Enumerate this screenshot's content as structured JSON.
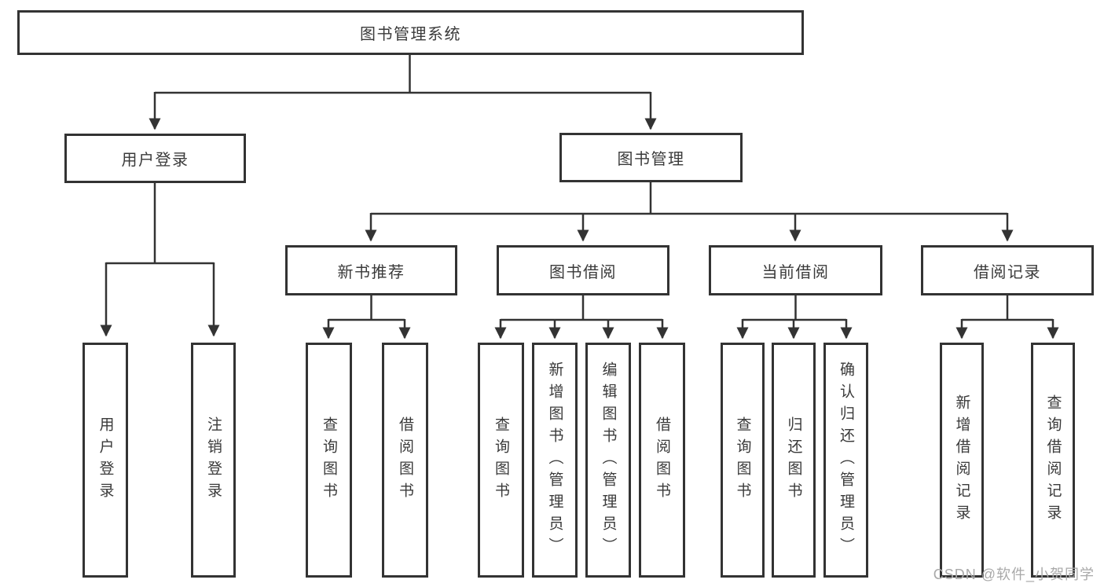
{
  "diagram": {
    "title": "图书管理系统",
    "level2": {
      "user_login": "用户登录",
      "book_mgmt": "图书管理"
    },
    "level3": {
      "new_book": "新书推荐",
      "book_borrow": "图书借阅",
      "current_borrow": "当前借阅",
      "borrow_record": "借阅记录"
    },
    "leaves": {
      "user_login": "用户登录",
      "logout": "注销登录",
      "nb_query": "查询图书",
      "nb_borrow": "借阅图书",
      "bb_query": "查询图书",
      "bb_add": "新增图书（管理员）",
      "bb_edit": "编辑图书（管理员）",
      "bb_borrow": "借阅图书",
      "cb_query": "查询图书",
      "cb_return": "归还图书",
      "cb_confirm": "确认归还（管理员）",
      "br_add": "新增借阅记录",
      "br_query": "查询借阅记录"
    }
  },
  "watermark": "CSDN @软件_小贺同学",
  "colors": {
    "line": "#333333",
    "text": "#3a3a3a",
    "watermark": "#a9a9a9",
    "background": "#ffffff"
  }
}
